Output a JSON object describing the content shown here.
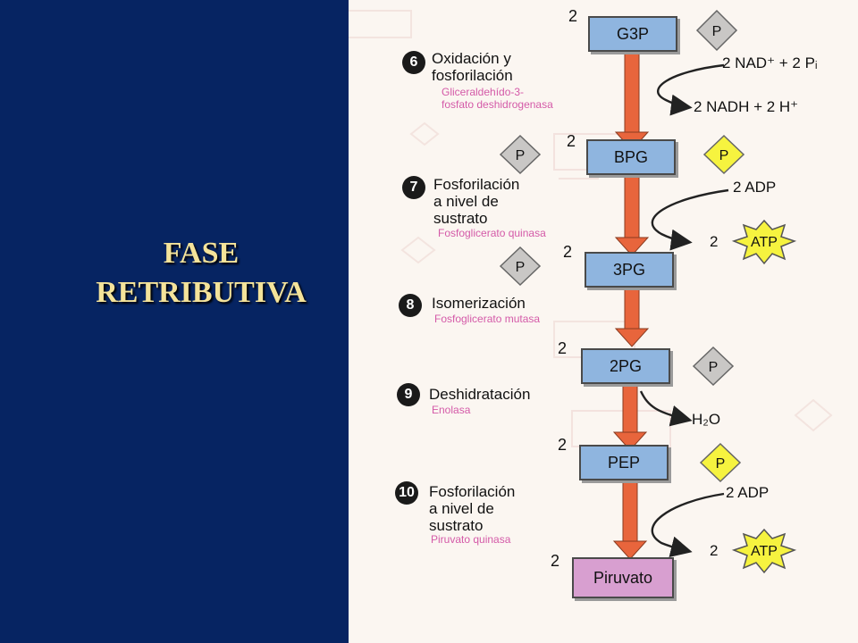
{
  "slide": {
    "title_line1": "FASE",
    "title_line2": "RETRIBUTIVA"
  },
  "colors": {
    "panel": "#062462",
    "title": "#f4e39a",
    "metabolite_box": "#8fb5df",
    "pyruvate_box": "#d89fd0",
    "phosphate_gray": "#c9c7c5",
    "phosphate_yellow": "#f6f33f",
    "main_arrow": "#e8653c",
    "atp_star": "#f6f33f",
    "enzyme_text": "#d45aa8"
  },
  "metabolites": {
    "g3p": {
      "label": "G3P",
      "coef": "2"
    },
    "bpg": {
      "label": "BPG",
      "coef": "2"
    },
    "pg3": {
      "label": "3PG",
      "coef": "2"
    },
    "pg2": {
      "label": "2PG",
      "coef": "2"
    },
    "pep": {
      "label": "PEP",
      "coef": "2"
    },
    "pyruvate": {
      "label": "Piruvato",
      "coef": "2"
    }
  },
  "phosphate_label": "P",
  "steps": [
    {
      "num": "6",
      "line1": "Oxidación y",
      "line2": "fosforilación",
      "line3": "",
      "enzyme1": "Gliceraldehído-3-",
      "enzyme2": "fosfato deshidrogenasa"
    },
    {
      "num": "7",
      "line1": "Fosforilación",
      "line2": "a nivel de",
      "line3": "sustrato",
      "enzyme1": "Fosfoglicerato quinasa",
      "enzyme2": ""
    },
    {
      "num": "8",
      "line1": "Isomerización",
      "line2": "",
      "line3": "",
      "enzyme1": "Fosfoglicerato mutasa",
      "enzyme2": ""
    },
    {
      "num": "9",
      "line1": "Deshidratación",
      "line2": "",
      "line3": "",
      "enzyme1": "Enolasa",
      "enzyme2": ""
    },
    {
      "num": "10",
      "line1": "Fosforilación",
      "line2": "a nivel de",
      "line3": "sustrato",
      "enzyme1": "Piruvato quinasa",
      "enzyme2": ""
    }
  ],
  "side": {
    "nad_in": "2 NAD⁺ + 2 Pᵢ",
    "nadh_out": "2 NADH + 2 H⁺",
    "adp_in_1": "2 ADP",
    "atp_coef_1": "2",
    "atp_label": "ATP",
    "water_out": "H₂O",
    "adp_in_2": "2 ADP",
    "atp_coef_2": "2"
  },
  "icons": [
    "main-arrow",
    "phosphate-diamond",
    "atp-star",
    "curved-arrow"
  ]
}
